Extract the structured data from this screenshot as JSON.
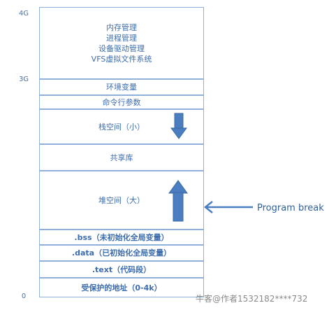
{
  "addresses": {
    "top": "4G",
    "mid": "3G",
    "bottom": "0"
  },
  "kernel": {
    "lines": [
      "内存管理",
      "进程管理",
      "设备驱动管理",
      "VFS虚拟文件系统"
    ]
  },
  "segments": {
    "env": "环境变量",
    "args": "命令行参数",
    "stack": "栈空间（小）",
    "shared": "共享库",
    "heap": "堆空间（大）",
    "bss": ".bss（未初始化全局变量）",
    "data": ".data（已初始化全局变量）",
    "text": ".text（代码段）",
    "protected": "受保护的地址（0-4k）"
  },
  "labels": {
    "program_break": "Program break"
  },
  "watermark": "牛客@作者1532182****732",
  "colors": {
    "border": "#8fb0d8",
    "text": "#3d6dae",
    "arrow": "#4a7ec0"
  }
}
